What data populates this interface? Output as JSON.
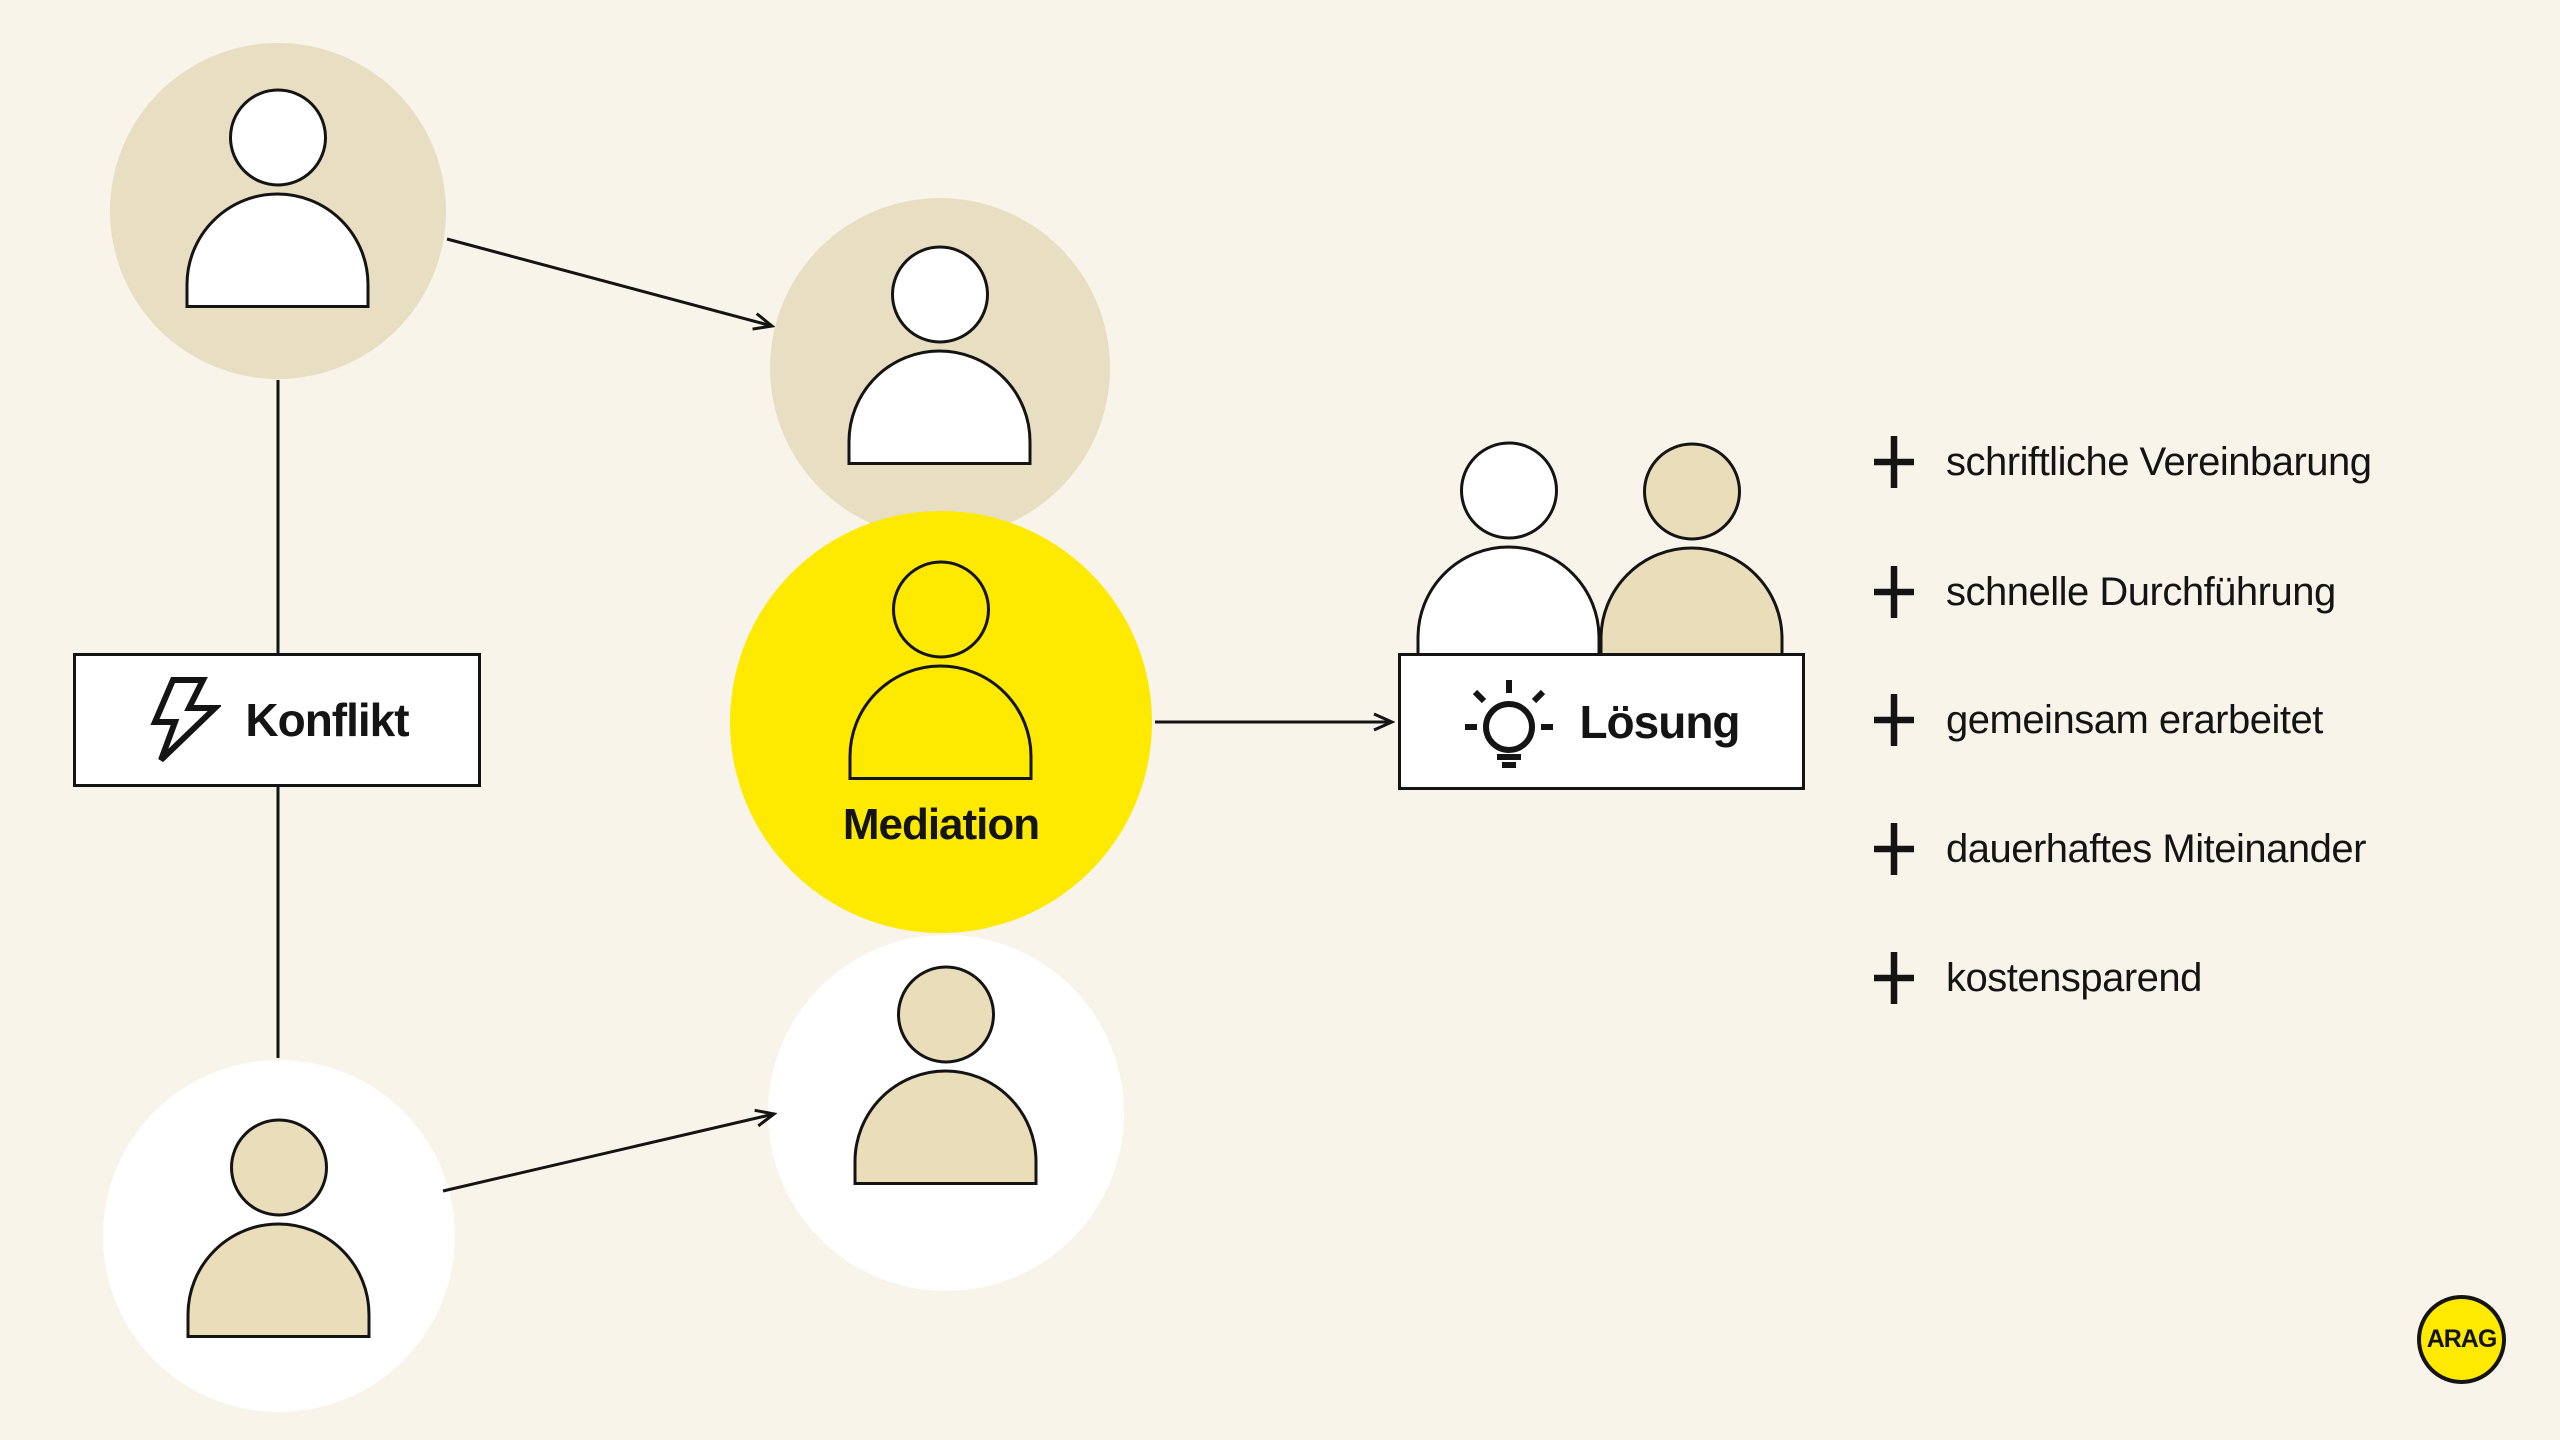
{
  "palette": {
    "background": "#f8f4e9",
    "circle_beige": "#e8dfc2",
    "person_beige": "#e9ddba",
    "yellow": "#fdea00",
    "white": "#ffffff",
    "ink": "#141414"
  },
  "diagram": {
    "konflikt": {
      "label": "Konflikt",
      "icon": "lightning-icon"
    },
    "mediation": {
      "label": "Mediation",
      "icon": "person-icon"
    },
    "loesung": {
      "label": "Lösung",
      "icon": "lightbulb-icon"
    }
  },
  "benefits": {
    "icon": "plus-icon",
    "items": [
      "schriftliche Vereinbarung",
      "schnelle Durchführung",
      "gemeinsam erarbeitet",
      "dauerhaftes Miteinander",
      "kostensparend"
    ]
  },
  "logo": {
    "label": "ARAG"
  }
}
